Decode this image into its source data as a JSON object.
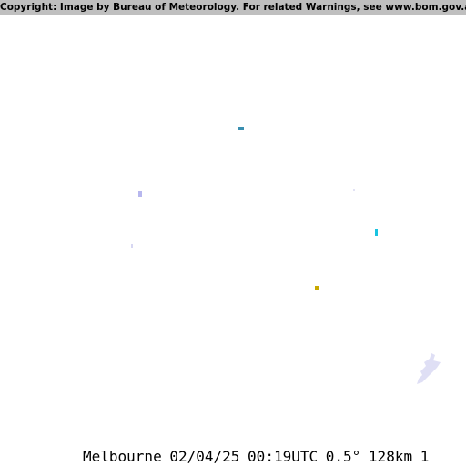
{
  "copyright": "Copyright: Image by Bureau of Meteorology. For related Warnings, see www.bom.gov.au",
  "footer": {
    "station": "Melbourne",
    "date": "02/04/25",
    "time": "00:19UTC",
    "elevation": "0.5°",
    "range": "128km",
    "frame": "1"
  },
  "colors": {
    "background": "#ffffff",
    "banner": "#bfbfbf",
    "echo_light": "#d7d7f2",
    "echo_lavender": "#9f9fe8",
    "echo_teal": "#3a8fb0",
    "echo_cyan": "#19c3e0",
    "echo_yellow": "#c8a800"
  }
}
